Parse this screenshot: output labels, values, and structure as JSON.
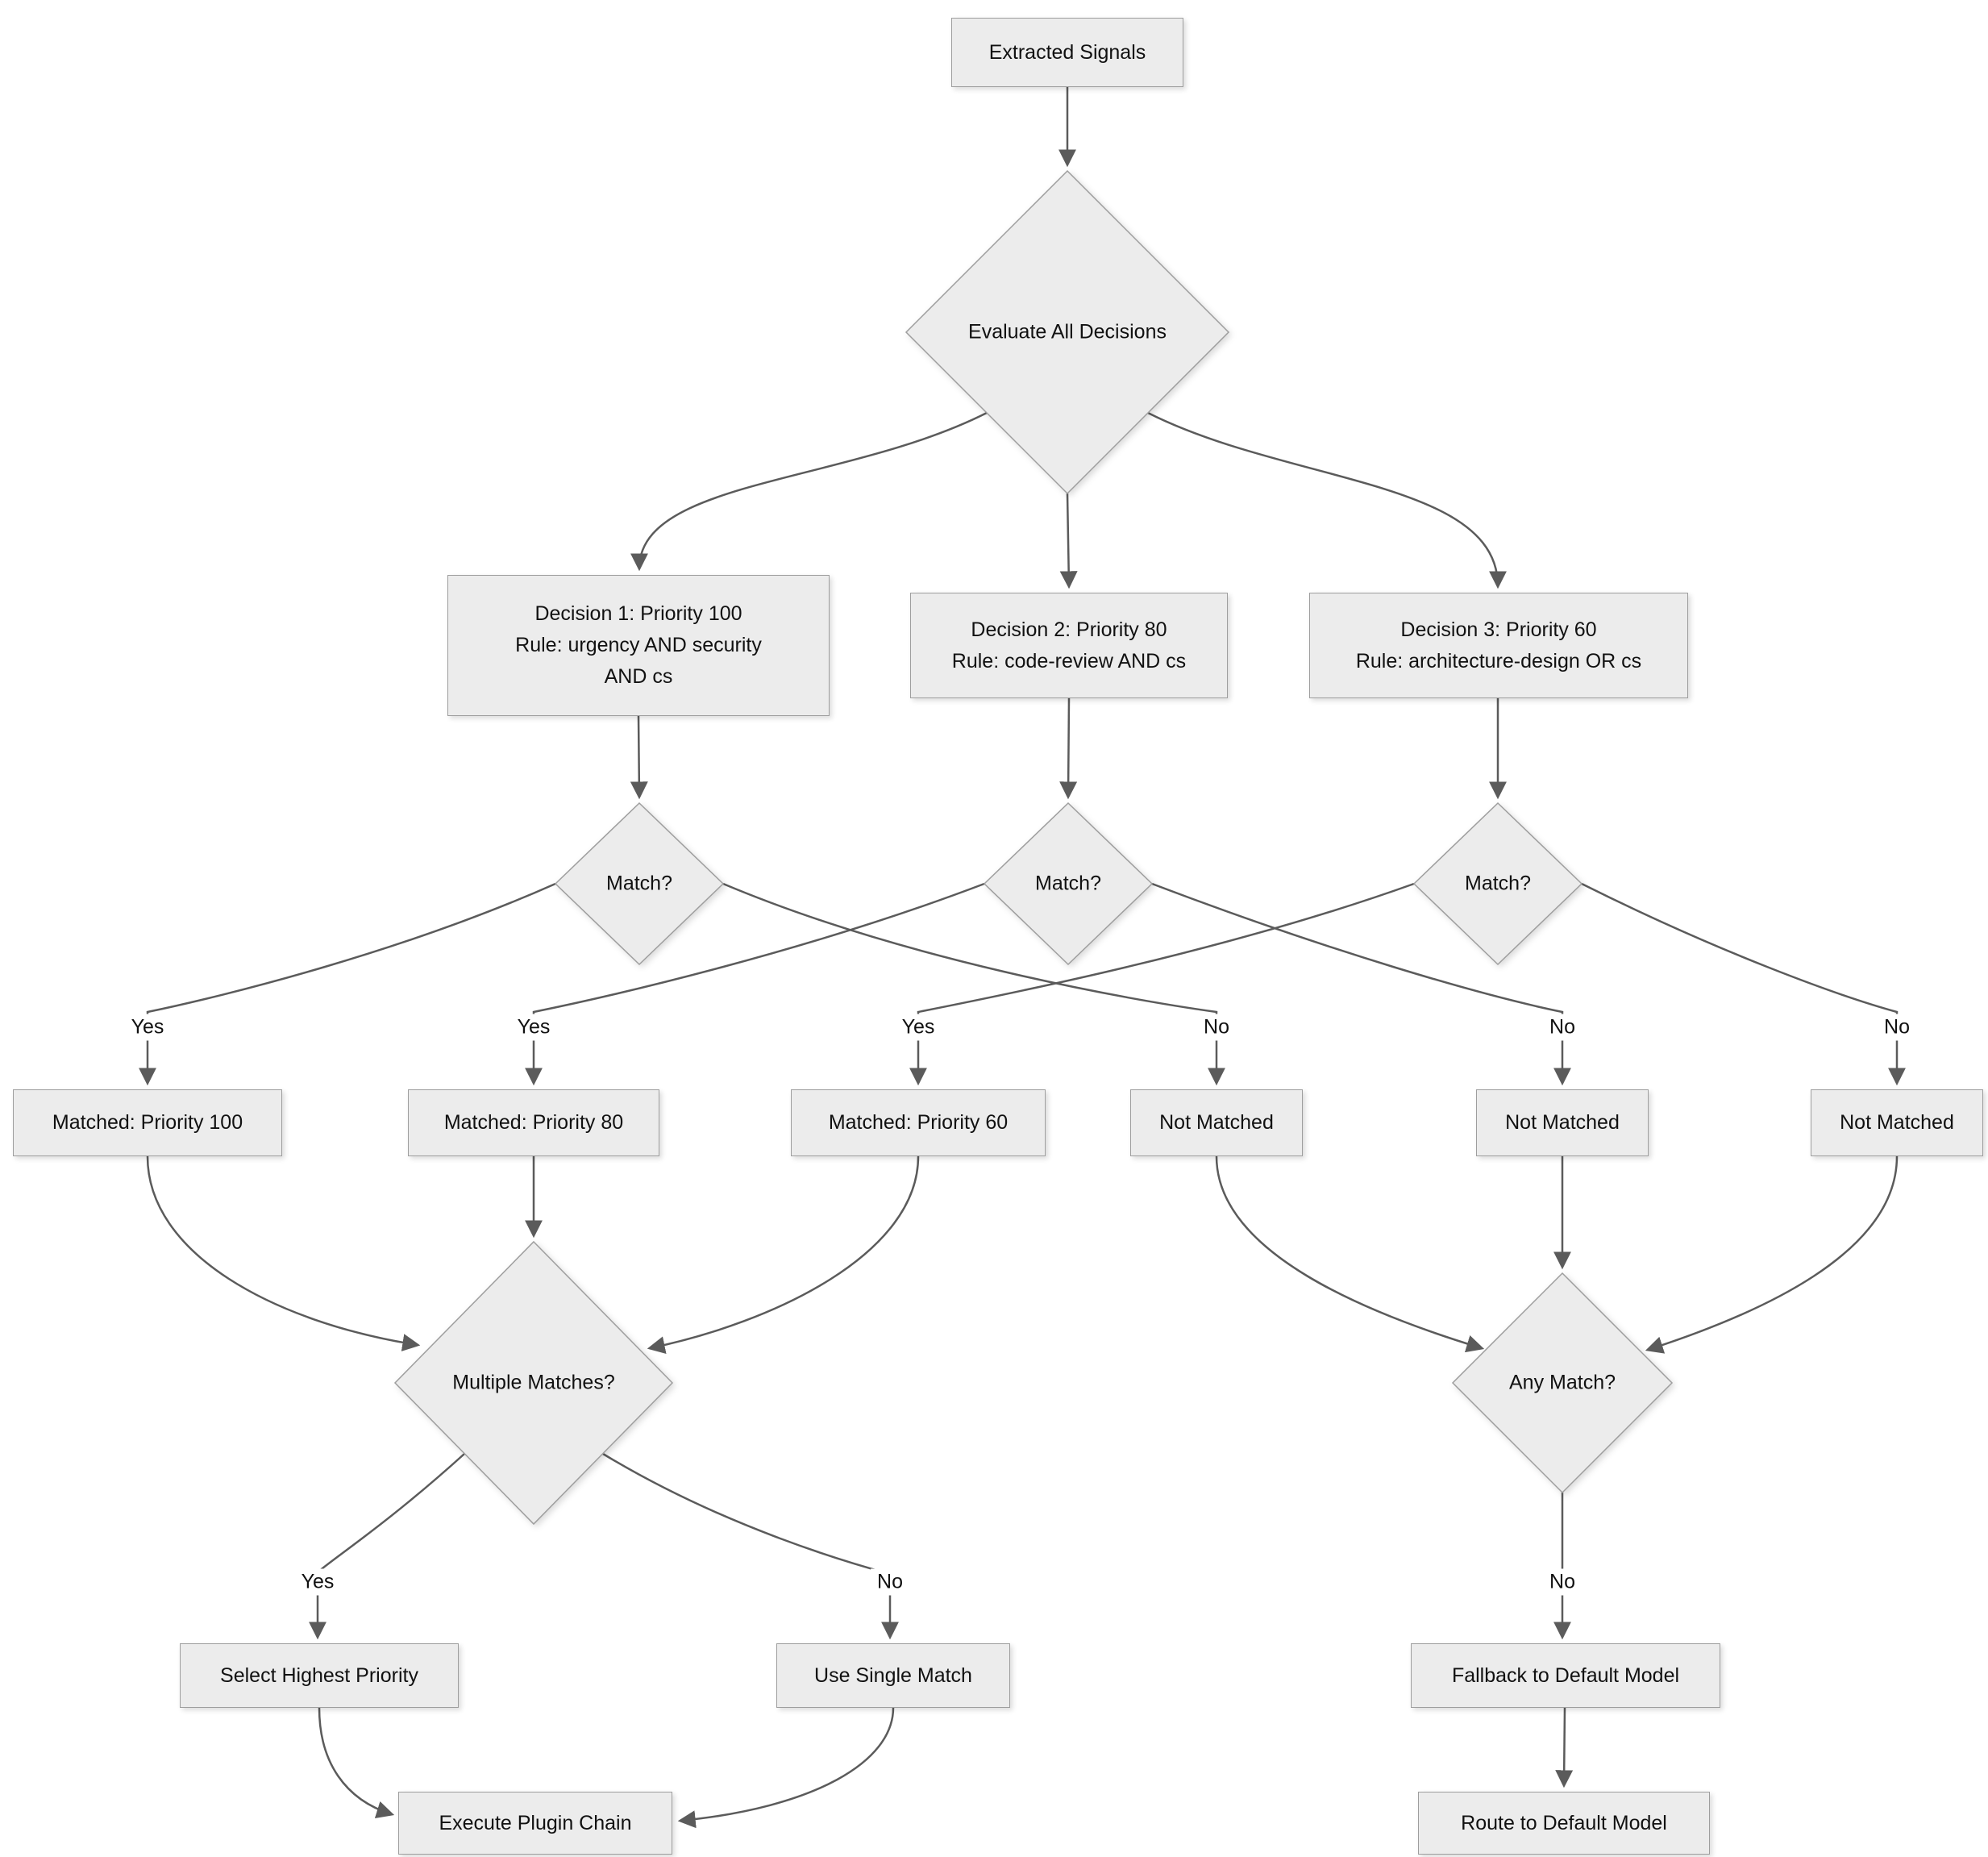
{
  "diagram": {
    "type": "flowchart",
    "colors": {
      "background": "#ffffff",
      "node_fill": "#ececec",
      "node_border": "#9e9e9e",
      "edge": "#5b5b5b",
      "text": "#111111"
    },
    "nodes": {
      "extracted_signals": "Extracted Signals",
      "evaluate_all": "Evaluate All Decisions",
      "decision_1": "Decision 1: Priority 100\nRule: urgency AND security\nAND cs",
      "decision_2": "Decision 2: Priority 80\nRule: code-review AND cs",
      "decision_3": "Decision 3: Priority 60\nRule: architecture-design OR cs",
      "match_1": "Match?",
      "match_2": "Match?",
      "match_3": "Match?",
      "matched_100": "Matched: Priority 100",
      "matched_80": "Matched: Priority 80",
      "matched_60": "Matched: Priority 60",
      "not_matched_1": "Not Matched",
      "not_matched_2": "Not Matched",
      "not_matched_3": "Not Matched",
      "multiple_matches": "Multiple Matches?",
      "any_match": "Any Match?",
      "select_highest": "Select Highest Priority",
      "use_single": "Use Single Match",
      "fallback": "Fallback to Default Model",
      "execute_chain": "Execute Plugin Chain",
      "route_default": "Route to Default Model"
    },
    "edge_labels": {
      "yes": "Yes",
      "no": "No"
    },
    "edges": [
      {
        "from": "extracted_signals",
        "to": "evaluate_all",
        "label": ""
      },
      {
        "from": "evaluate_all",
        "to": "decision_1",
        "label": ""
      },
      {
        "from": "evaluate_all",
        "to": "decision_2",
        "label": ""
      },
      {
        "from": "evaluate_all",
        "to": "decision_3",
        "label": ""
      },
      {
        "from": "decision_1",
        "to": "match_1",
        "label": ""
      },
      {
        "from": "decision_2",
        "to": "match_2",
        "label": ""
      },
      {
        "from": "decision_3",
        "to": "match_3",
        "label": ""
      },
      {
        "from": "match_1",
        "to": "matched_100",
        "label": "Yes"
      },
      {
        "from": "match_1",
        "to": "not_matched_1",
        "label": "No"
      },
      {
        "from": "match_2",
        "to": "matched_80",
        "label": "Yes"
      },
      {
        "from": "match_2",
        "to": "not_matched_2",
        "label": "No"
      },
      {
        "from": "match_3",
        "to": "matched_60",
        "label": "Yes"
      },
      {
        "from": "match_3",
        "to": "not_matched_3",
        "label": "No"
      },
      {
        "from": "matched_100",
        "to": "multiple_matches",
        "label": ""
      },
      {
        "from": "matched_80",
        "to": "multiple_matches",
        "label": ""
      },
      {
        "from": "matched_60",
        "to": "multiple_matches",
        "label": ""
      },
      {
        "from": "not_matched_1",
        "to": "any_match",
        "label": ""
      },
      {
        "from": "not_matched_2",
        "to": "any_match",
        "label": ""
      },
      {
        "from": "not_matched_3",
        "to": "any_match",
        "label": ""
      },
      {
        "from": "multiple_matches",
        "to": "select_highest",
        "label": "Yes"
      },
      {
        "from": "multiple_matches",
        "to": "use_single",
        "label": "No"
      },
      {
        "from": "any_match",
        "to": "fallback",
        "label": "No"
      },
      {
        "from": "select_highest",
        "to": "execute_chain",
        "label": ""
      },
      {
        "from": "use_single",
        "to": "execute_chain",
        "label": ""
      },
      {
        "from": "fallback",
        "to": "route_default",
        "label": ""
      }
    ]
  }
}
